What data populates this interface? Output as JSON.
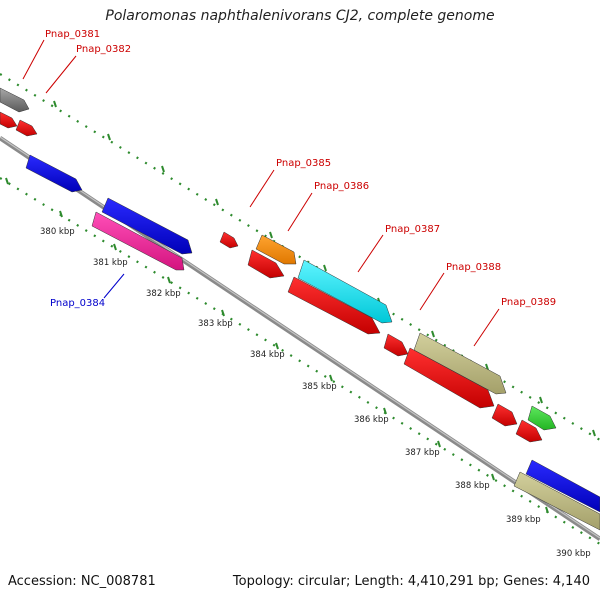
{
  "title": "Polaromonas naphthalenivorans CJ2, complete genome",
  "footer": {
    "accession": "Accession: NC_008781",
    "summary": "Topology: circular; Length: 4,410,291 bp; Genes: 4,140"
  },
  "colors": {
    "backbone": "#8a8a8a",
    "tick_track": "#2e8b2e",
    "label_red": "#cc0000",
    "label_blue": "#0000cc"
  },
  "position_labels": [
    "380 kbp",
    "381 kbp",
    "382 kbp",
    "383 kbp",
    "384 kbp",
    "385 kbp",
    "386 kbp",
    "387 kbp",
    "388 kbp",
    "389 kbp",
    "390 kbp"
  ],
  "gene_labels": [
    {
      "name": "Pnap_0381",
      "color": "red"
    },
    {
      "name": "Pnap_0382",
      "color": "red"
    },
    {
      "name": "Pnap_0384",
      "color": "blue"
    },
    {
      "name": "Pnap_0385",
      "color": "red"
    },
    {
      "name": "Pnap_0386",
      "color": "red"
    },
    {
      "name": "Pnap_0387",
      "color": "red"
    },
    {
      "name": "Pnap_0388",
      "color": "red"
    },
    {
      "name": "Pnap_0389",
      "color": "red"
    }
  ],
  "feature_colors": [
    "gray",
    "red",
    "blue",
    "magenta",
    "orange",
    "cyan",
    "khaki",
    "green"
  ]
}
